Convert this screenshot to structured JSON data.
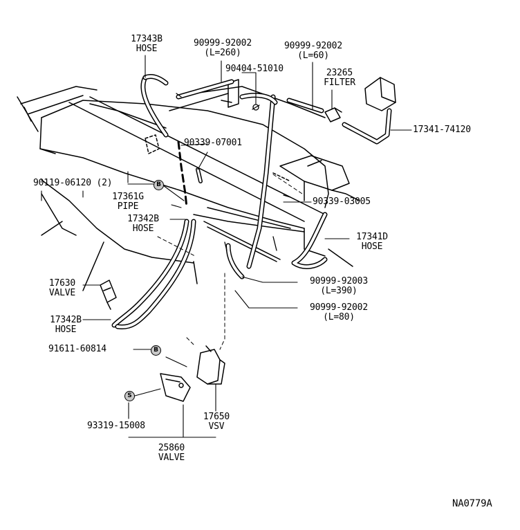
{
  "diagram_code": "NA0779A",
  "badges": {
    "b": "B",
    "s": "S"
  },
  "labels": {
    "hose_17343b": {
      "part": "17343B",
      "name": "HOSE"
    },
    "hose_92002_l260": {
      "part": "90999-92002",
      "len": "(L=260)"
    },
    "hose_92002_l60": {
      "part": "90999-92002",
      "len": "(L=60)"
    },
    "clamp_51010": {
      "part": "90404-51010"
    },
    "filter_23265": {
      "part": "23265",
      "name": "FILTER"
    },
    "part_74120": {
      "part": "17341-74120"
    },
    "part_07001": {
      "part": "90339-07001"
    },
    "bolt_06120": {
      "part": "90119-06120 (2)"
    },
    "pipe_17361g": {
      "part": "17361G",
      "name": "PIPE"
    },
    "part_03005": {
      "part": "90339-03005"
    },
    "hose_17342b_a": {
      "part": "17342B",
      "name": "HOSE"
    },
    "hose_17341d": {
      "part": "17341D",
      "name": "HOSE"
    },
    "valve_17630": {
      "part": "17630",
      "name": "VALVE"
    },
    "hose_92003_l390": {
      "part": "90999-92003",
      "len": "(L=390)"
    },
    "hose_17342b_b": {
      "part": "17342B",
      "name": "HOSE"
    },
    "hose_92002_l80": {
      "part": "90999-92002",
      "len": "(L=80)"
    },
    "bolt_60814": {
      "part": "91611-60814"
    },
    "screw_15008": {
      "part": "93319-15008"
    },
    "vsv_17650": {
      "part": "17650",
      "name": "VSV"
    },
    "valve_25860": {
      "part": "25860",
      "name": "VALVE"
    }
  }
}
